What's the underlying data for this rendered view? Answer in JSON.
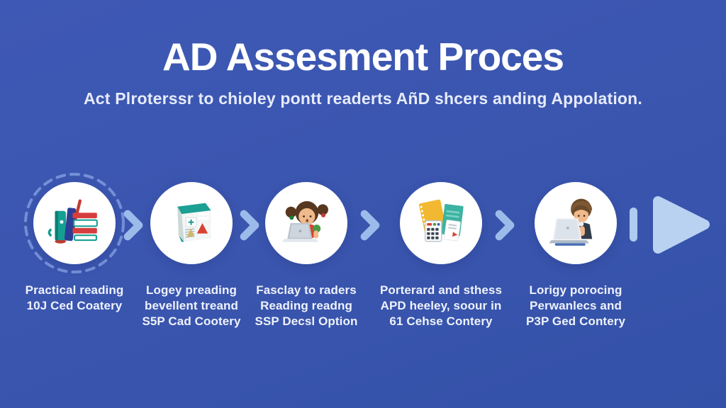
{
  "header": {
    "title": "AD Assesment Proces",
    "subtitle": "Act Plroterssr to chioley pontt readerts AñD shcers anding Appolation."
  },
  "steps": [
    {
      "icon": "books-icon",
      "lines": [
        "Practical reading",
        "10J Ced Coatery"
      ]
    },
    {
      "icon": "product-box-icon",
      "lines": [
        "Logey preading",
        "bevellent treand",
        "S5P Cad Cootery"
      ]
    },
    {
      "icon": "girl-laptop-icon",
      "lines": [
        "Fasclay to raders",
        "Reading readng",
        "SSP Decsl Option"
      ]
    },
    {
      "icon": "stationery-icon",
      "lines": [
        "Porterard and sthess",
        "APD heeley, soour in",
        "61 Cehse Contery"
      ]
    },
    {
      "icon": "boy-laptop-icon",
      "lines": [
        "Lorigy porocing",
        "Perwanlecs and",
        "P3P Ged Contery"
      ]
    }
  ],
  "colors": {
    "background": "#3a55ae",
    "chevron": "#9dbbea",
    "big_arrow": "#b9d2f1",
    "dashed_ring": "#7590d8",
    "circle_fill": "#ffffff"
  }
}
